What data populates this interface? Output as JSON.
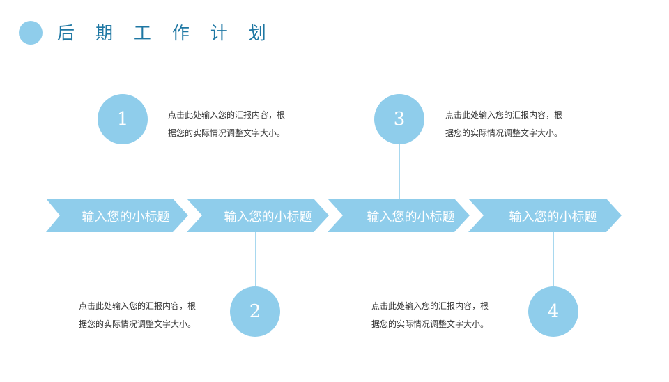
{
  "title": "后 期 工 作 计 划",
  "steps": [
    {
      "label": "输入您的小标题"
    },
    {
      "label": "输入您的小标题"
    },
    {
      "label": "输入您的小标题"
    },
    {
      "label": "输入您的小标题"
    }
  ],
  "nodes": [
    {
      "number": "1",
      "text_line1": "点击此处输入您的汇报内容，根",
      "text_line2": "据您的实际情况调整文字大小。"
    },
    {
      "number": "2",
      "text_line1": "点击此处输入您的汇报内容，根",
      "text_line2": "据您的实际情况调整文字大小。"
    },
    {
      "number": "3",
      "text_line1": "点击此处输入您的汇报内容，根",
      "text_line2": "据您的实际情况调整文字大小。"
    },
    {
      "number": "4",
      "text_line1": "点击此处输入您的汇报内容，根",
      "text_line2": "据您的实际情况调整文字大小。"
    }
  ],
  "colors": {
    "accent": "#8fcdeb",
    "title": "#1e77a3",
    "line": "#a8d8ef"
  }
}
